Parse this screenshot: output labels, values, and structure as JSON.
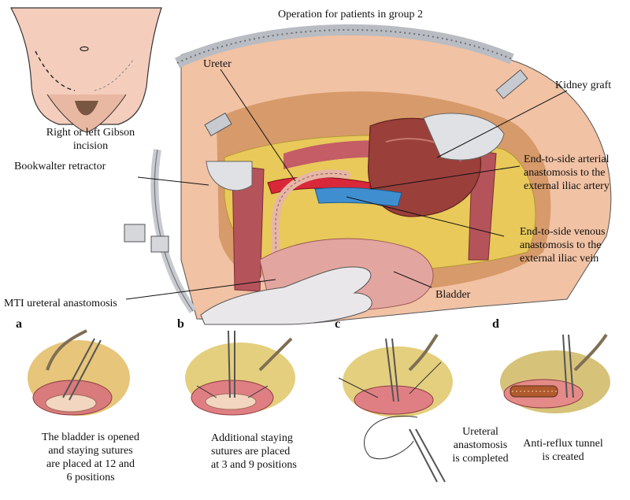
{
  "title": "Operation for patients in group 2",
  "labels": {
    "incision": "Right or left Gibson\nincision",
    "retractor": "Bookwalter retractor",
    "ureter": "Ureter",
    "kidney_graft": "Kidney graft",
    "arterial": "End-to-side arterial\nanastomosis to the\nexternal iliac artery",
    "venous": "End-to-side venous\nanastomosis to the\nexternal iliac vein",
    "bladder": "Bladder",
    "mti": "MTI ureteral anastomosis"
  },
  "panels": [
    {
      "letter": "a",
      "caption": "The bladder is opened\nand staying sutures\nare placed at 12 and\n6 positions"
    },
    {
      "letter": "b",
      "caption": "Additional staying\nsutures are placed\nat 3 and 9 positions"
    },
    {
      "letter": "c",
      "caption": "Ureteral\nanastomosis\nis completed"
    },
    {
      "letter": "d",
      "caption": "Anti-reflux tunnel\nis created"
    }
  ],
  "colors": {
    "skin": "#f3c9b4",
    "muscle": "#b5535a",
    "fat": "#e8c95a",
    "kidney": "#9a3f3a",
    "artery": "#d8283a",
    "vein": "#3f8fd0",
    "retractor_metal": "#cfd3d8",
    "glove": "#e9e7ea"
  },
  "icons": [
    "hand-glove-icon",
    "retractor-icon",
    "forceps-icon",
    "needle-icon"
  ]
}
